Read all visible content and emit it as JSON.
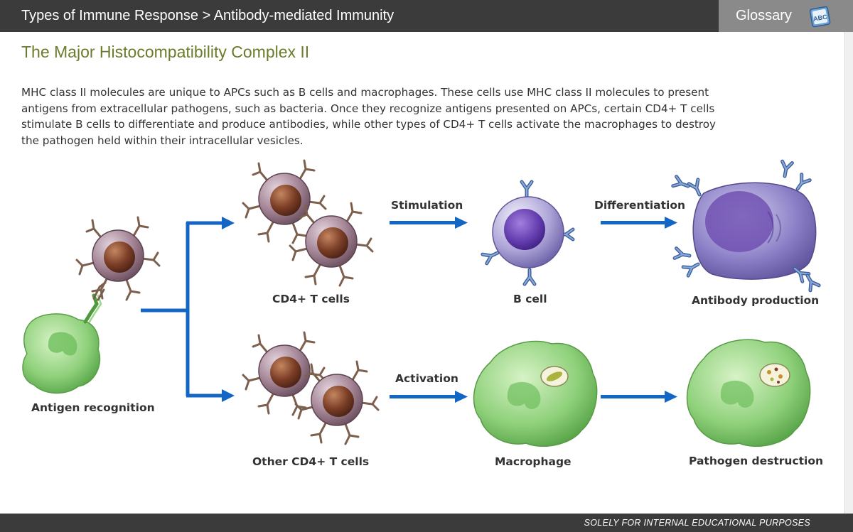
{
  "header": {
    "breadcrumb": "Types of Immune Response > Antibody-mediated Immunity",
    "glossary_label": "Glossary",
    "glossary_icon_text": "ABC"
  },
  "content": {
    "title": "The Major Histocompatibility Complex II",
    "intro_lines": [
      "MHC class II molecules are unique to APCs such as B cells and macrophages. These cells use MHC class II molecules to present",
      "antigens from extracellular pathogens, such as bacteria. Once they recognize antigens presented on APCs, certain CD4+ T cells",
      "stimulate B cells to differentiate and produce antibodies, while other types of CD4+ T cells activate the macrophages to destroy",
      "the pathogen held within their intracellular vesicles."
    ]
  },
  "diagram": {
    "labels": {
      "antigen_recognition": "Antigen recognition",
      "cd4_t_cells": "CD4+ T cells",
      "other_cd4_t_cells": "Other CD4+ T cells",
      "b_cell": "B cell",
      "macrophage": "Macrophage",
      "antibody_production": "Antibody production",
      "pathogen_destruction": "Pathogen destruction",
      "stimulation": "Stimulation",
      "differentiation": "Differentiation",
      "activation": "Activation"
    },
    "colors": {
      "arrow": "#1366c4",
      "t_cell": "#a07f93",
      "t_cell_nucleus": "#7a3d26",
      "b_cell": "#9d95d3",
      "b_cell_nucleus": "#5d37a8",
      "macrophage": "#8ed07a",
      "antibody": "#5b86c0",
      "title": "#6b7c2a"
    },
    "icons": [
      "t-cell-icon",
      "macrophage-icon",
      "b-cell-icon",
      "plasma-cell-icon",
      "antibody-icon",
      "bacterium-icon"
    ]
  },
  "footer": {
    "text": "SOLELY FOR INTERNAL EDUCATIONAL PURPOSES"
  }
}
